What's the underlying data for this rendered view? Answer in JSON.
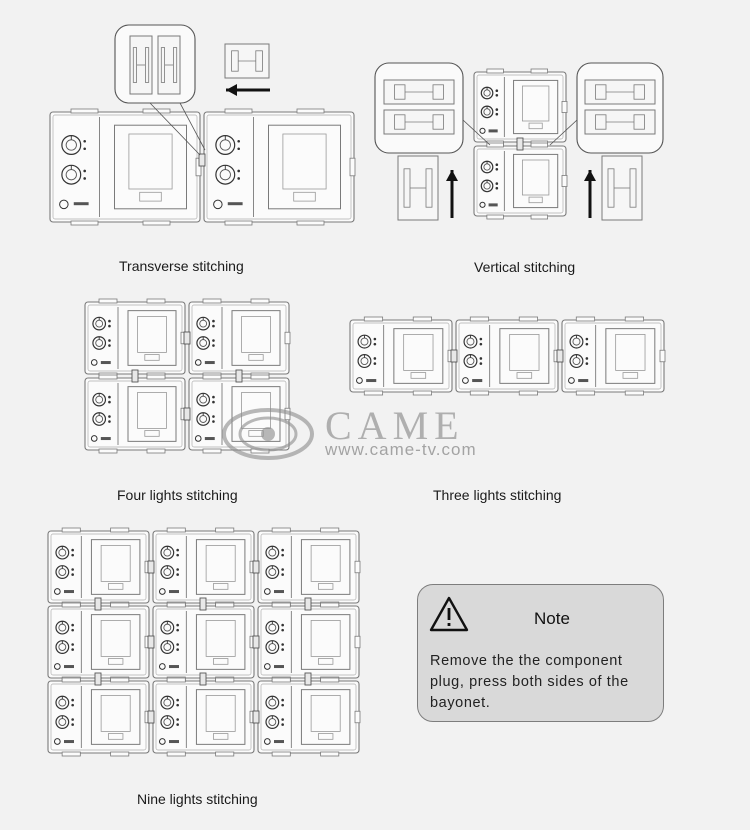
{
  "captions": {
    "transverse": "Transverse stitching",
    "vertical": "Vertical stitching",
    "four": "Four lights stitching",
    "three": "Three lights stitching",
    "nine": "Nine lights stitching"
  },
  "watermark": {
    "brand": "CAME",
    "url": "www.came-tv.com"
  },
  "note": {
    "title": "Note",
    "icon": "warning-triangle-icon",
    "text": "Remove the the component plug, press both sides of the bayonet."
  }
}
